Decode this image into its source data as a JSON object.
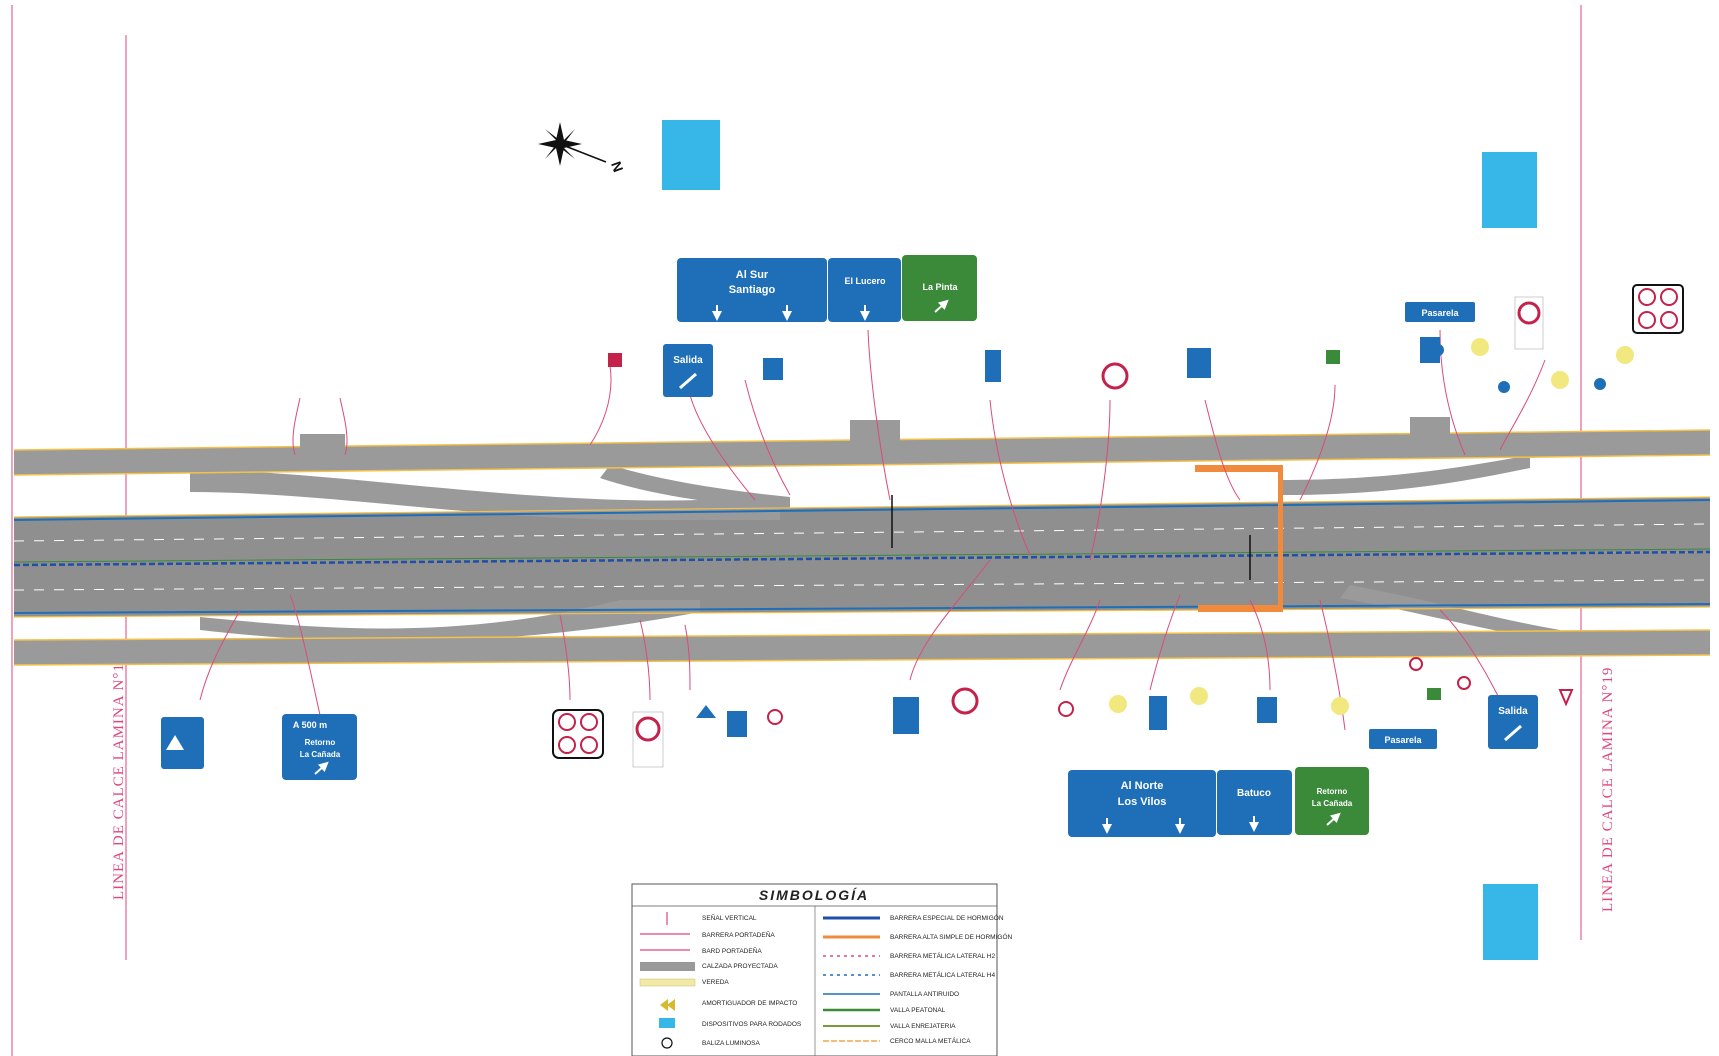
{
  "calce_left": "LINEA DE CALCE LAMINA N°17",
  "calce_right": "LINEA DE CALCE LAMINA N°19",
  "north_label": "N",
  "colors": {
    "road": "#9a9a9a",
    "sign_blue": "#1f6fb8",
    "sign_green": "#3a8a3a",
    "calce_line": "#e0457b",
    "marker": "#37b6e8",
    "orange": "#f08a3c"
  },
  "signs_top": {
    "al_sur_1": "Al Sur",
    "al_sur_2": "Santiago",
    "el_lucero": "El Lucero",
    "la_pinta": "La Pinta",
    "salida_top": "Salida",
    "pasarela_top": "Pasarela"
  },
  "signs_bottom": {
    "a500m": "A 500 m",
    "retorno_1": "Retorno",
    "retorno_2": "La Cañada",
    "al_norte_1": "Al Norte",
    "al_norte_2": "Los Vilos",
    "batuco": "Batuco",
    "retorno_green_1": "Retorno",
    "retorno_green_2": "La Cañada",
    "pasarela_bottom": "Pasarela",
    "salida_bottom": "Salida"
  },
  "legend": {
    "title": "SIMBOLOGÍA",
    "left": [
      "SEÑAL VERTICAL",
      "BARRERA PORTADEÑA",
      "BARD PORTADEÑA",
      "CALZADA PROYECTADA",
      "VEREDA",
      "AMORTIGUADOR DE IMPACTO",
      "DISPOSITIVOS PARA RODADOS",
      "BALIZA LUMINOSA"
    ],
    "right": [
      "BARRERA ESPECIAL DE HORMIGÓN",
      "BARRERA ALTA SIMPLE DE HORMIGÓN",
      "BARRERA METÁLICA LATERAL H2",
      "BARRERA METÁLICA LATERAL H4",
      "PANTALLA ANTIRUIDO",
      "VALLA PEATONAL",
      "VALLA ENREJATERIA",
      "CERCO MALLA METÁLICA"
    ]
  }
}
